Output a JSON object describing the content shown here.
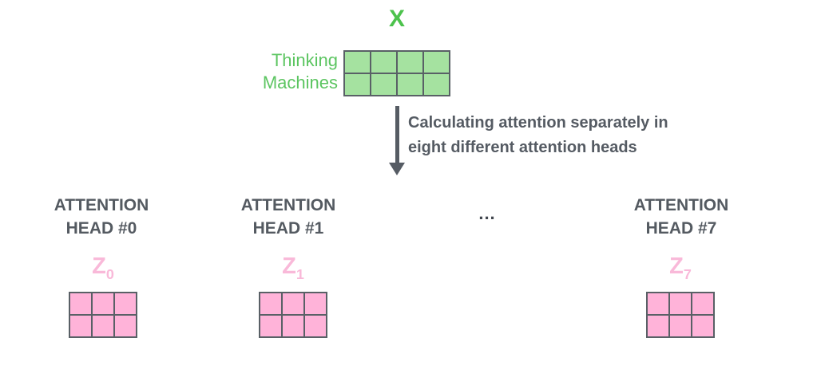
{
  "colors": {
    "green_label": "#4cc24c",
    "green_side_label": "#5cc561",
    "green_cell": "#a5e2a0",
    "pink_cell": "#ffb3d9",
    "pink_label": "#f9b9d9",
    "matrix_border": "#596066",
    "dark_text": "#555b63",
    "arrow": "#565c64"
  },
  "input": {
    "label": "X",
    "side_label_line1": "Thinking",
    "side_label_line2": "Machines",
    "matrix": {
      "rows": 2,
      "cols": 4
    }
  },
  "arrow_annotation": {
    "line1": "Calculating attention separately in",
    "line2": "eight different attention heads"
  },
  "ellipsis": "...",
  "heads": [
    {
      "label_line1": "ATTENTION",
      "label_line2": "HEAD #0",
      "z_base": "Z",
      "z_sub": "0",
      "matrix": {
        "rows": 2,
        "cols": 3
      }
    },
    {
      "label_line1": "ATTENTION",
      "label_line2": "HEAD #1",
      "z_base": "Z",
      "z_sub": "1",
      "matrix": {
        "rows": 2,
        "cols": 3
      }
    },
    {
      "label_line1": "ATTENTION",
      "label_line2": "HEAD #7",
      "z_base": "Z",
      "z_sub": "7",
      "matrix": {
        "rows": 2,
        "cols": 3
      }
    }
  ]
}
